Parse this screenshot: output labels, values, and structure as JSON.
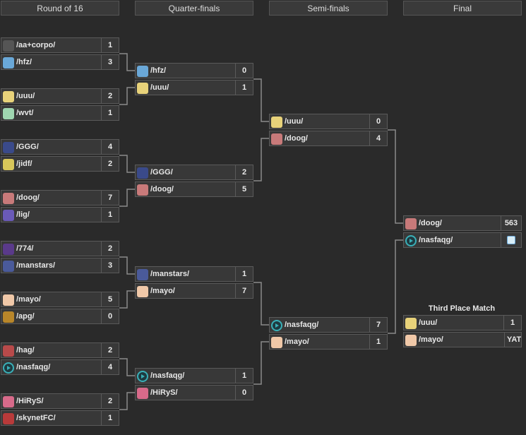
{
  "rounds": [
    {
      "label": "Round of 16"
    },
    {
      "label": "Quarter-finals"
    },
    {
      "label": "Semi-finals"
    },
    {
      "label": "Final"
    }
  ],
  "teams": [
    {
      "name": "/aa+corpo/",
      "score": "1",
      "icon": "aa-icon",
      "color": "#555555"
    },
    {
      "name": "/hfz/",
      "score": "3",
      "icon": "hfz-icon",
      "color": "#6aa8d8"
    },
    {
      "name": "/uuu/",
      "score": "2",
      "icon": "uuu-icon",
      "color": "#e8d27a"
    },
    {
      "name": "/wvt/",
      "score": "1",
      "icon": "wvt-icon",
      "color": "#9fd6b0"
    },
    {
      "name": "/GGG/",
      "score": "4",
      "icon": "ggg-icon",
      "color": "#3a4a8a"
    },
    {
      "name": "/jidf/",
      "score": "2",
      "icon": "jidf-icon",
      "color": "#d8c65a"
    },
    {
      "name": "/doog/",
      "score": "7",
      "icon": "doog-icon",
      "color": "#c87a7a"
    },
    {
      "name": "/lig/",
      "score": "1",
      "icon": "lig-icon",
      "color": "#6a5ab8"
    },
    {
      "name": "/774/",
      "score": "2",
      "icon": "774-icon",
      "color": "#5a3a8a"
    },
    {
      "name": "/manstars/",
      "score": "3",
      "icon": "manstars-icon",
      "color": "#4a5a9a"
    },
    {
      "name": "/mayo/",
      "score": "5",
      "icon": "mayo-icon",
      "color": "#f0c8a8"
    },
    {
      "name": "/apg/",
      "score": "0",
      "icon": "apg-icon",
      "color": "#b8862a"
    },
    {
      "name": "/hag/",
      "score": "2",
      "icon": "hag-icon",
      "color": "#b84a4a"
    },
    {
      "name": "/nasfaqg/",
      "score": "4",
      "icon": "nasfaqg-icon",
      "color": "#3ab0b8"
    },
    {
      "name": "/HiRyS/",
      "score": "2",
      "icon": "hirys-icon",
      "color": "#d86a8a"
    },
    {
      "name": "/skynetFC/",
      "score": "1",
      "icon": "skynetfc-icon",
      "color": "#b83a3a"
    },
    {
      "name": "/hfz/",
      "score": "0",
      "icon": "hfz-icon",
      "color": "#6aa8d8"
    },
    {
      "name": "/uuu/",
      "score": "1",
      "icon": "uuu-icon",
      "color": "#e8d27a"
    },
    {
      "name": "/GGG/",
      "score": "2",
      "icon": "ggg-icon",
      "color": "#3a4a8a"
    },
    {
      "name": "/doog/",
      "score": "5",
      "icon": "doog-icon",
      "color": "#c87a7a"
    },
    {
      "name": "/manstars/",
      "score": "1",
      "icon": "manstars-icon",
      "color": "#4a5a9a"
    },
    {
      "name": "/mayo/",
      "score": "7",
      "icon": "mayo-icon",
      "color": "#f0c8a8"
    },
    {
      "name": "/nasfaqg/",
      "score": "1",
      "icon": "nasfaqg-icon",
      "color": "#3ab0b8"
    },
    {
      "name": "/HiRyS/",
      "score": "0",
      "icon": "hirys-icon",
      "color": "#d86a8a"
    },
    {
      "name": "/uuu/",
      "score": "0",
      "icon": "uuu-icon",
      "color": "#e8d27a"
    },
    {
      "name": "/doog/",
      "score": "4",
      "icon": "doog-icon",
      "color": "#c87a7a"
    },
    {
      "name": "/nasfaqg/",
      "score": "7",
      "icon": "nasfaqg-icon",
      "color": "#3ab0b8"
    },
    {
      "name": "/mayo/",
      "score": "1",
      "icon": "mayo-icon",
      "color": "#f0c8a8"
    },
    {
      "name": "/doog/",
      "score": "563",
      "icon": "doog-icon",
      "color": "#c87a7a"
    },
    {
      "name": "/nasfaqg/",
      "score": "",
      "icon": "nasfaqg-icon",
      "color": "#3ab0b8",
      "score_icon": "trophy-icon"
    },
    {
      "name": "/uuu/",
      "score": "1",
      "icon": "uuu-icon",
      "color": "#e8d27a"
    },
    {
      "name": "/mayo/",
      "score": "YATTA",
      "icon": "mayo-icon",
      "color": "#f0c8a8"
    }
  ],
  "third_place": {
    "title": "Third Place Match"
  },
  "colors": {
    "background": "#2a2a2a",
    "box": "#383838",
    "border": "#5a5a5a",
    "line": "#8a8a8a"
  }
}
